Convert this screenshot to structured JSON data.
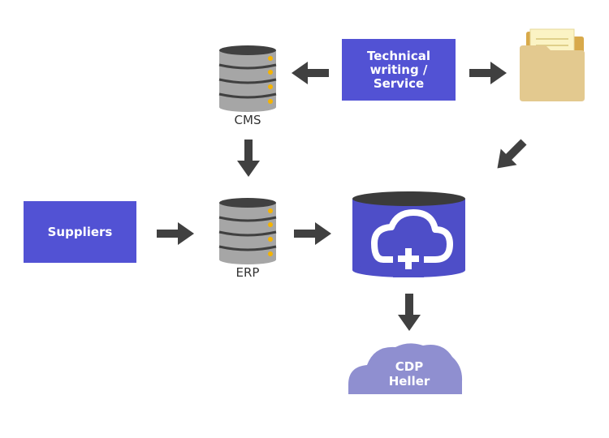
{
  "nodes": {
    "technical": {
      "lines": [
        "Technical",
        "writing /",
        "Service"
      ]
    },
    "suppliers": {
      "label": "Suppliers"
    },
    "cms": {
      "label": "CMS"
    },
    "erp": {
      "label": "ERP"
    },
    "cdp": {
      "lines": [
        "CDP",
        "Heller"
      ]
    }
  },
  "colors": {
    "box": "#5252d4",
    "arrow": "#404040",
    "db_body": "#a6a6a6",
    "db_top": "#404040",
    "db_led": "#f5b400",
    "hub_body": "#4e4ec8",
    "hub_top": "#3b3b3b",
    "cloud": "#8f8fd0",
    "folder": "#e3c98f"
  },
  "icons": {
    "cms": "database-icon",
    "erp": "database-icon",
    "folder": "folder-icon",
    "hub": "cloud-plus-database-icon",
    "cdp": "cloud-icon"
  }
}
